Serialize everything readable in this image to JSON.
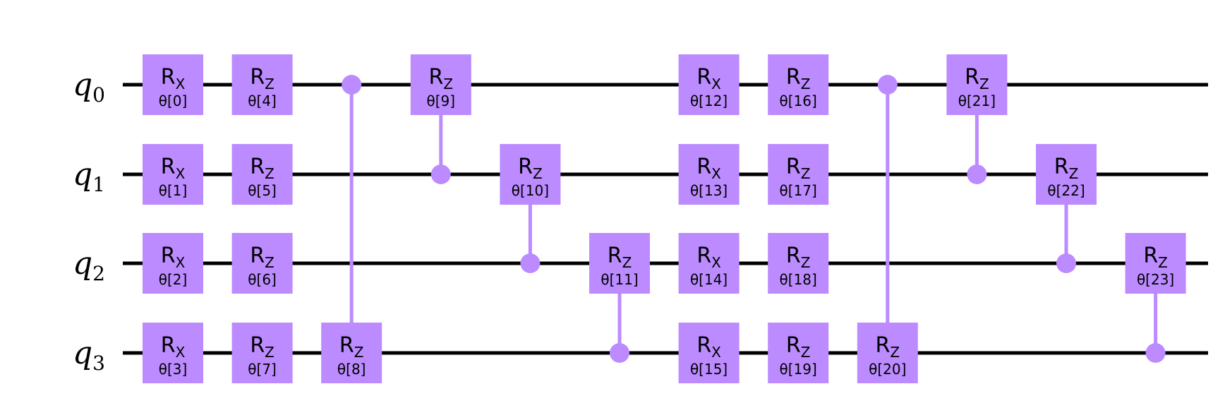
{
  "colors": {
    "wire": "#000000",
    "gate_fill": "#bb8bff",
    "gate_text": "#000000",
    "background": "#ffffff"
  },
  "qubits": [
    {
      "symbol": "q",
      "index": "0"
    },
    {
      "symbol": "q",
      "index": "1"
    },
    {
      "symbol": "q",
      "index": "2"
    },
    {
      "symbol": "q",
      "index": "3"
    }
  ],
  "gates": [
    {
      "type": "rot",
      "name": "R",
      "sub": "X",
      "param": "θ[0]",
      "qubit": 0,
      "column": 0
    },
    {
      "type": "rot",
      "name": "R",
      "sub": "X",
      "param": "θ[1]",
      "qubit": 1,
      "column": 0
    },
    {
      "type": "rot",
      "name": "R",
      "sub": "X",
      "param": "θ[2]",
      "qubit": 2,
      "column": 0
    },
    {
      "type": "rot",
      "name": "R",
      "sub": "X",
      "param": "θ[3]",
      "qubit": 3,
      "column": 0
    },
    {
      "type": "rot",
      "name": "R",
      "sub": "Z",
      "param": "θ[4]",
      "qubit": 0,
      "column": 1
    },
    {
      "type": "rot",
      "name": "R",
      "sub": "Z",
      "param": "θ[5]",
      "qubit": 1,
      "column": 1
    },
    {
      "type": "rot",
      "name": "R",
      "sub": "Z",
      "param": "θ[6]",
      "qubit": 2,
      "column": 1
    },
    {
      "type": "rot",
      "name": "R",
      "sub": "Z",
      "param": "θ[7]",
      "qubit": 3,
      "column": 1
    },
    {
      "type": "crot",
      "name": "R",
      "sub": "Z",
      "param": "θ[8]",
      "control": 0,
      "target": 3,
      "column": 2
    },
    {
      "type": "crot",
      "name": "R",
      "sub": "Z",
      "param": "θ[9]",
      "control": 1,
      "target": 0,
      "column": 3
    },
    {
      "type": "crot",
      "name": "R",
      "sub": "Z",
      "param": "θ[10]",
      "control": 2,
      "target": 1,
      "column": 4
    },
    {
      "type": "crot",
      "name": "R",
      "sub": "Z",
      "param": "θ[11]",
      "control": 3,
      "target": 2,
      "column": 5
    },
    {
      "type": "rot",
      "name": "R",
      "sub": "X",
      "param": "θ[12]",
      "qubit": 0,
      "column": 6
    },
    {
      "type": "rot",
      "name": "R",
      "sub": "X",
      "param": "θ[13]",
      "qubit": 1,
      "column": 6
    },
    {
      "type": "rot",
      "name": "R",
      "sub": "X",
      "param": "θ[14]",
      "qubit": 2,
      "column": 6
    },
    {
      "type": "rot",
      "name": "R",
      "sub": "X",
      "param": "θ[15]",
      "qubit": 3,
      "column": 6
    },
    {
      "type": "rot",
      "name": "R",
      "sub": "Z",
      "param": "θ[16]",
      "qubit": 0,
      "column": 7
    },
    {
      "type": "rot",
      "name": "R",
      "sub": "Z",
      "param": "θ[17]",
      "qubit": 1,
      "column": 7
    },
    {
      "type": "rot",
      "name": "R",
      "sub": "Z",
      "param": "θ[18]",
      "qubit": 2,
      "column": 7
    },
    {
      "type": "rot",
      "name": "R",
      "sub": "Z",
      "param": "θ[19]",
      "qubit": 3,
      "column": 7
    },
    {
      "type": "crot",
      "name": "R",
      "sub": "Z",
      "param": "θ[20]",
      "control": 0,
      "target": 3,
      "column": 8
    },
    {
      "type": "crot",
      "name": "R",
      "sub": "Z",
      "param": "θ[21]",
      "control": 1,
      "target": 0,
      "column": 9
    },
    {
      "type": "crot",
      "name": "R",
      "sub": "Z",
      "param": "θ[22]",
      "control": 2,
      "target": 1,
      "column": 10
    },
    {
      "type": "crot",
      "name": "R",
      "sub": "Z",
      "param": "θ[23]",
      "control": 3,
      "target": 2,
      "column": 11
    }
  ]
}
